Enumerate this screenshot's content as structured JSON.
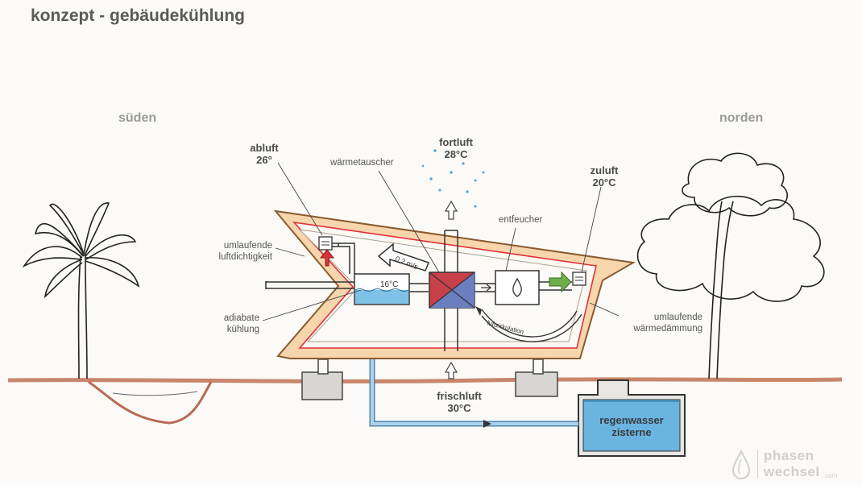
{
  "title": "konzept - gebäudekühlung",
  "directions": {
    "south": "süden",
    "north": "norden"
  },
  "labels": {
    "abluft": "abluft",
    "abluft_temp": "26°",
    "fortluft": "fortluft",
    "fortluft_temp": "28°C",
    "waermetauscher": "wärmetauscher",
    "zuluft": "zuluft",
    "zuluft_temp": "20°C",
    "entfeucher": "entfeucher",
    "luftdicht_1": "umlaufende",
    "luftdicht_2": "luftdichtigkeit",
    "adiabate_1": "adiabate",
    "adiabate_2": "kühlung",
    "daemmung_1": "umlaufende",
    "daemmung_2": "wärmedämmung",
    "frischluft": "frischluft",
    "frischluft_temp": "30°C",
    "zisterne_1": "regenwasser",
    "zisterne_2": "zisterne",
    "speed": "0,2 m/s",
    "cooler_temp": "16°C",
    "luftzirkulation": "luftzirkulation"
  },
  "logo": {
    "line1": "phasen",
    "line2": "wechsel",
    "suffix": ".com"
  },
  "colors": {
    "roof": "#e8a25a",
    "seal": "#e0303a",
    "ground": "#c9866c",
    "water": "#6ab4e0",
    "pipe": "#7fb8dc",
    "arrow_red": "#d8333a",
    "arrow_green": "#6fae4a",
    "exchanger_red": "#c8404a",
    "exchanger_blue": "#6a7ec0"
  }
}
